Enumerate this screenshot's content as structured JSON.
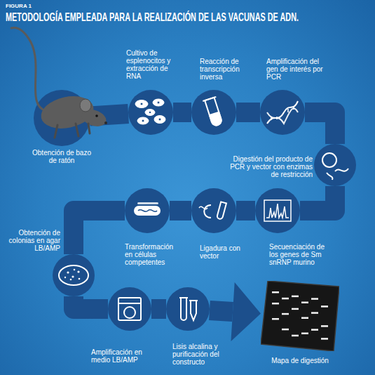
{
  "diagram": {
    "title": "METODOLOGÍA EMPLEADA PARA LA REALIZACIÓN DE LAS VACUNAS DE ADN.",
    "nodes": [
      {
        "text": [
          "Obtención de bazo de ratón"
        ]
      },
      {
        "text": [
          "Cultivo de esplenocitos y extracción de RNA"
        ]
      },
      {
        "text": [
          "Reacción de transcripción inversa"
        ]
      },
      {
        "text": [
          "Amplificación del gen de interés por PCR"
        ]
      },
      {
        "text": [
          "Digestión del producto de PCR y vector con enzimas de restricción"
        ]
      },
      {
        "text": [
          "Secuenciación de los genes de Sm snRNP murino"
        ]
      },
      {
        "text": [
          "Ligadura con vector"
        ]
      },
      {
        "text": [
          "Transformación en células competentes"
        ]
      },
      {
        "text": [
          "Obtención de colonias en agar LB/AMP"
        ]
      },
      {
        "text": [
          "Amplificación en medio LB/AMP"
        ]
      },
      {
        "text": [
          "Lisis alcalina y purificación del constructo"
        ]
      },
      {
        "text": [
          "Mapa de digestión"
        ]
      }
    ],
    "edges": [
      {
        "from": 0,
        "to": 1,
        "arrow": "none"
      },
      {
        "from": 1,
        "to": 2,
        "arrow": "none"
      },
      {
        "from": 2,
        "to": 3,
        "arrow": "none"
      },
      {
        "from": 3,
        "to": 4,
        "arrow": "none"
      },
      {
        "from": 4,
        "to": 5,
        "arrow": "none"
      },
      {
        "from": 5,
        "to": 6,
        "arrow": "none"
      },
      {
        "from": 6,
        "to": 7,
        "arrow": "none"
      },
      {
        "from": 7,
        "to": 8,
        "arrow": "none"
      },
      {
        "from": 8,
        "to": 9,
        "arrow": "none"
      },
      {
        "from": 9,
        "to": 10,
        "arrow": "none"
      },
      {
        "from": 10,
        "to": 11,
        "arrow": "to"
      }
    ],
    "labels": [
      "FIGURA 1"
    ]
  }
}
